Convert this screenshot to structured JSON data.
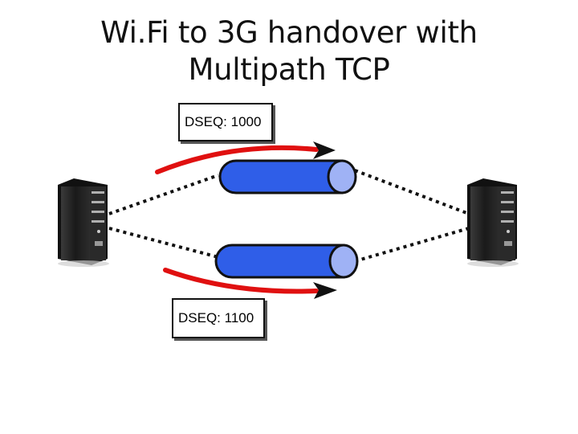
{
  "title": {
    "line1": "Wi.Fi to 3G handover with",
    "line2": "Multipath TCP"
  },
  "labels": {
    "top": "DSEQ: 1000",
    "bottom": "DSEQ: 1100"
  },
  "colors": {
    "pipe_fill": "#2f5ee8",
    "pipe_end": "#9fb2f5",
    "arrow": "#e01010",
    "server_body": "#1e1e1e"
  },
  "icons": {
    "left_host": "server-tower-icon",
    "right_host": "server-tower-icon"
  }
}
